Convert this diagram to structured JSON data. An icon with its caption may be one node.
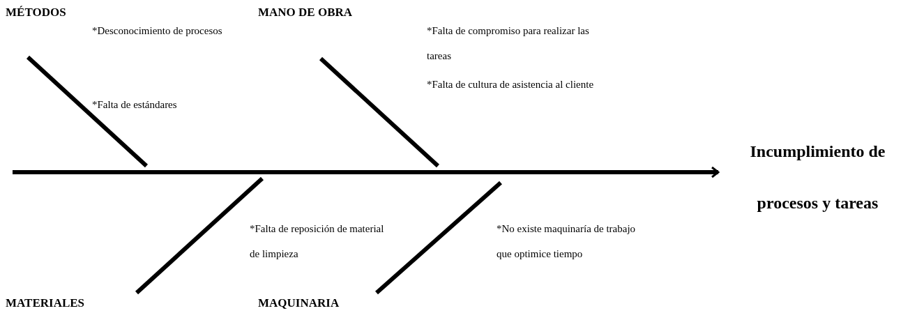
{
  "diagram": {
    "nodes": [
      {
        "text": [
          "MÉTODOS"
        ]
      },
      {
        "text": [
          "MANO DE OBRA"
        ]
      },
      {
        "text": [
          "MATERIALES"
        ]
      },
      {
        "text": [
          "MAQUINARIA"
        ]
      },
      {
        "text": [
          "Incumplimiento de procesos y tareas"
        ]
      }
    ],
    "edges": [
      {
        "from": null,
        "to": 4,
        "arrow": "to"
      },
      {
        "from": 0,
        "to": null,
        "arrow": "none"
      },
      {
        "from": 1,
        "to": null,
        "arrow": "none"
      },
      {
        "from": 2,
        "to": null,
        "arrow": "none"
      },
      {
        "from": 3,
        "to": null,
        "arrow": "none"
      }
    ],
    "labels": [
      "*Desconocimiento de procesos",
      "*Falta de estándares",
      "*Falta de compromiso para realizar las tareas",
      "*Falta de cultura de asistencia al cliente",
      "*Falta de reposición de material de limpieza",
      "*No existe maquinaría de trabajo que optimice tiempo"
    ]
  }
}
